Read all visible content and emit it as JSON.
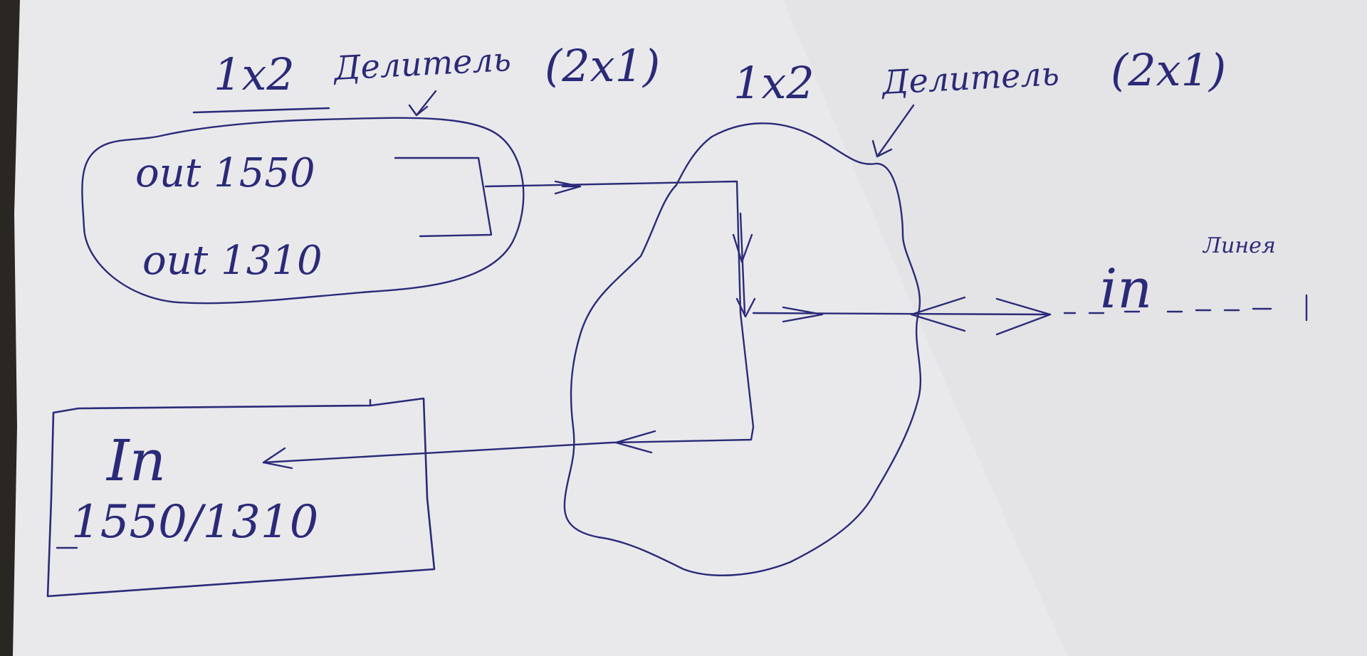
{
  "diagram": {
    "colors": {
      "paper": "#e9e9ec",
      "paper_shadow": "#d5d5da",
      "ink": "#2b2a78",
      "background": "#2a2622"
    },
    "left_splitter": {
      "ratio": "1x2",
      "label": "Делитель",
      "alt": "(2x1)",
      "out_top": "out 1550",
      "out_bottom": "out 1310"
    },
    "right_splitter": {
      "ratio": "1x2",
      "label": "Делитель",
      "alt": "(2x1)"
    },
    "receiver": {
      "label": "In",
      "wavelengths": "1550/1310"
    },
    "line": {
      "label": "in",
      "superscript": "Линея"
    }
  }
}
